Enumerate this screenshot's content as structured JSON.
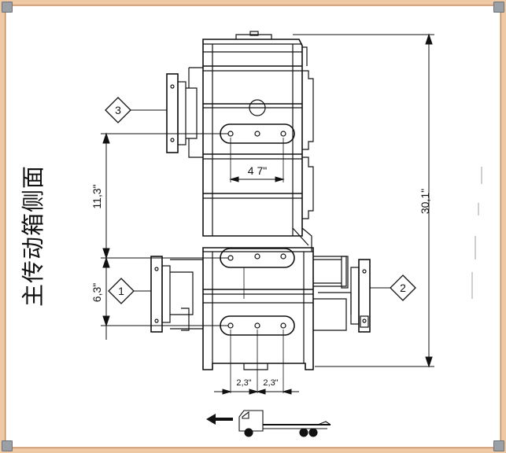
{
  "title": "主传动箱侧面",
  "dimensions": {
    "height_total": "30,1\"",
    "upper_gap": "11,3\"",
    "lower_gap": "6,3\"",
    "inner_width": "4 7\"",
    "bottom_left": "2,3\"",
    "bottom_right": "2,3\""
  },
  "callouts": [
    "1",
    "2",
    "3"
  ],
  "colors": {
    "frame": "#eec9a4",
    "line": "#111111"
  }
}
